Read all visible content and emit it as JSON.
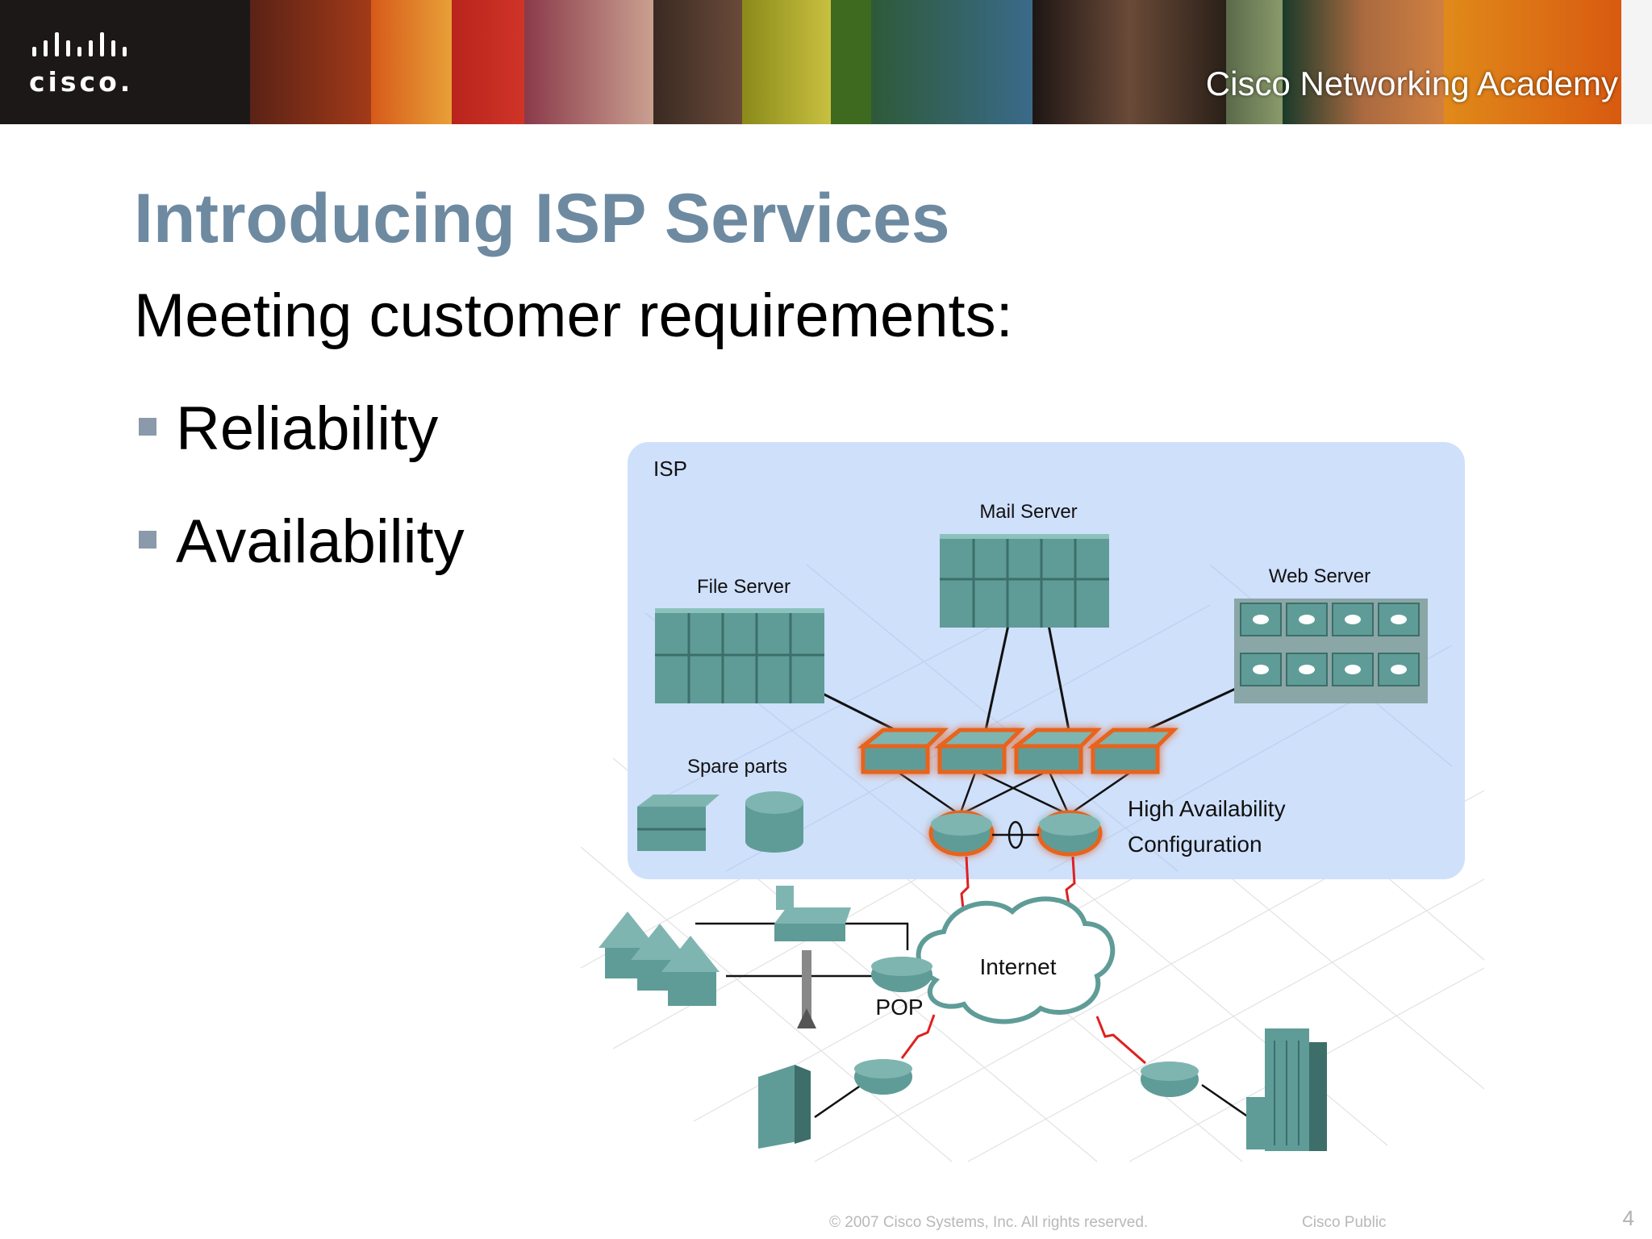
{
  "banner": {
    "brand": "cisco.",
    "academy": "Cisco Networking Academy"
  },
  "slide": {
    "title": "Introducing ISP Services",
    "subtitle": "Meeting customer requirements:",
    "bullets": [
      "Reliability",
      "Availability"
    ]
  },
  "diagram": {
    "isp_label": "ISP",
    "mail_server": "Mail Server",
    "file_server": "File Server",
    "web_server": "Web Server",
    "spare_parts": "Spare parts",
    "ha_line1": "High Availability",
    "ha_line2": "Configuration",
    "internet": "Internet",
    "pop": "POP",
    "colors": {
      "device": "#5f9c97",
      "isp_area": "#cfe0fb",
      "highlight": "#e8641e",
      "wan_link": "#e02020"
    }
  },
  "footer": {
    "copyright": "© 2007 Cisco Systems, Inc. All rights reserved.",
    "classification": "Cisco Public",
    "page": "4"
  }
}
